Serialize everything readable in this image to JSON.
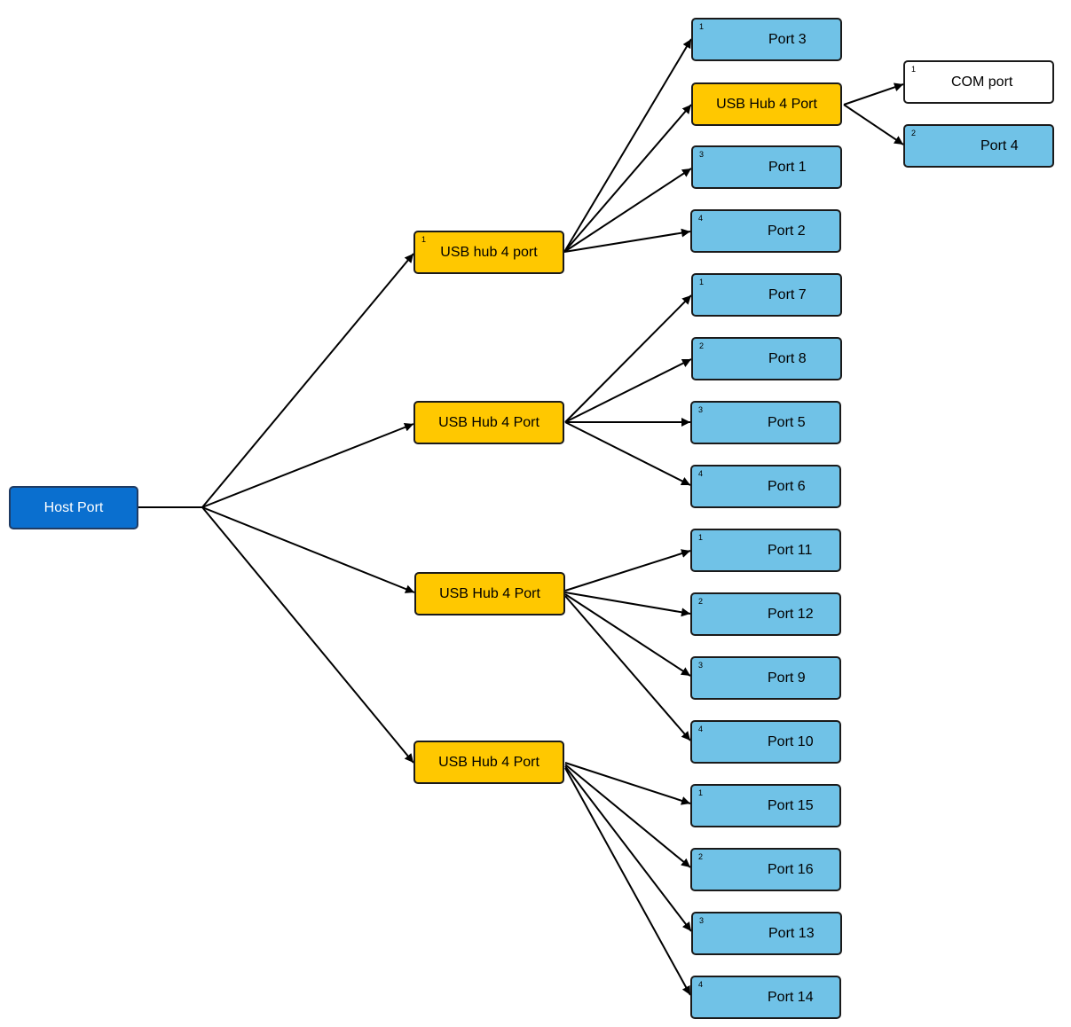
{
  "colors": {
    "host": "#0a6fcf",
    "hub": "#ffc800",
    "port": "#70c2e7",
    "com": "#ffffff",
    "line": "#000000"
  },
  "nodes": {
    "host": {
      "label": "Host Port"
    },
    "hub1": {
      "label": "USB hub 4 port",
      "num": "1"
    },
    "hub2": {
      "label": "USB Hub 4 Port"
    },
    "hub3": {
      "label": "USB Hub 4 Port"
    },
    "hub4": {
      "label": "USB Hub 4 Port"
    },
    "hub1b": {
      "label": "USB Hub 4 Port"
    },
    "com": {
      "label": "COM port",
      "num": "1"
    },
    "p4": {
      "label": "Port 4",
      "num": "2"
    },
    "p3": {
      "label": "Port 3",
      "num": "1"
    },
    "p1": {
      "label": "Port 1",
      "num": "3"
    },
    "p2": {
      "label": "Port 2",
      "num": "4"
    },
    "p7": {
      "label": "Port 7",
      "num": "1"
    },
    "p8": {
      "label": "Port 8",
      "num": "2"
    },
    "p5": {
      "label": "Port 5",
      "num": "3"
    },
    "p6": {
      "label": "Port 6",
      "num": "4"
    },
    "p11": {
      "label": "Port 11",
      "num": "1"
    },
    "p12": {
      "label": "Port 12",
      "num": "2"
    },
    "p9": {
      "label": "Port 9",
      "num": "3"
    },
    "p10": {
      "label": "Port 10",
      "num": "4"
    },
    "p15": {
      "label": "Port 15",
      "num": "1"
    },
    "p16": {
      "label": "Port 16",
      "num": "2"
    },
    "p13": {
      "label": "Port 13",
      "num": "3"
    },
    "p14": {
      "label": "Port 14",
      "num": "4"
    }
  }
}
